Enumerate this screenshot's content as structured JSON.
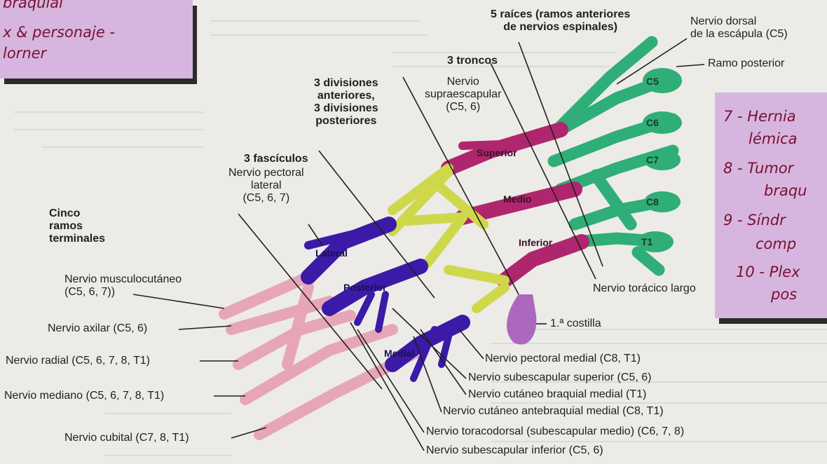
{
  "sticky_note_left": {
    "lines": [
      "braquial",
      "x & personaje -",
      "lorner"
    ]
  },
  "sticky_note_right": {
    "lines": [
      "7 - Hernia",
      "lémica",
      "8 - Tumor",
      "braqu",
      "9 - Síndr",
      "comp",
      "10 - Plex",
      "pos"
    ]
  },
  "labels": {
    "roots_header": "5 raíces (ramos anteriores\nde nervios espinales)",
    "dorsal_scapular": "Nervio dorsal\nde la escápula (C5)",
    "posterior_ramus": "Ramo posterior",
    "trunks_header": "3 troncos",
    "suprascapular": "Nervio\nsupraescapular\n(C5, 6)",
    "divisions": "3 divisiones\nanteriores,\n3 divisiones\nposteriores",
    "cords": "3 fascículos",
    "lateral_pectoral": "Nervio pectoral\nlateral\n(C5, 6, 7)",
    "terminal_branches": "Cinco\nramos\nterminales",
    "musculocutaneous": "Nervio musculocutáneo\n(C5, 6, 7))",
    "axillary": "Nervio axilar (C5, 6)",
    "radial": "Nervio radial (C5, 6, 7, 8, T1)",
    "median": "Nervio mediano (C5, 6, 7, 8, T1)",
    "ulnar": "Nervio cubital (C7, 8, T1)",
    "long_thoracic": "Nervio torácico largo",
    "first_rib": "1.ª costilla",
    "medial_pectoral": "Nervio pectoral medial (C8, T1)",
    "upper_subscapular": "Nervio subescapular superior (C5, 6)",
    "medial_brachial_cutaneous": "Nervio cutáneo braquial medial (T1)",
    "medial_antebrachial_cutaneous": "Nervio cutáneo antebraquial medial (C8, T1)",
    "thoracodorsal": "Nervio toracodorsal (subescapular medio) (C6, 7, 8)",
    "lower_subscapular": "Nervio subescapular inferior (C5, 6)"
  },
  "roots": [
    "C5",
    "C6",
    "C7",
    "C8",
    "T1"
  ],
  "trunks": [
    "Superior",
    "Medio",
    "Inferior"
  ],
  "cords": [
    "Lateral",
    "Posterior",
    "Medial"
  ],
  "colors": {
    "roots": "#2fae78",
    "trunks": "#b0266e",
    "divisions": "#cfd84a",
    "cords": "#3b1aa8",
    "terminals": "#e7a6b8",
    "rib": "#a45ab8",
    "sticky": "#d6b6de",
    "ink": "#7a1030"
  }
}
